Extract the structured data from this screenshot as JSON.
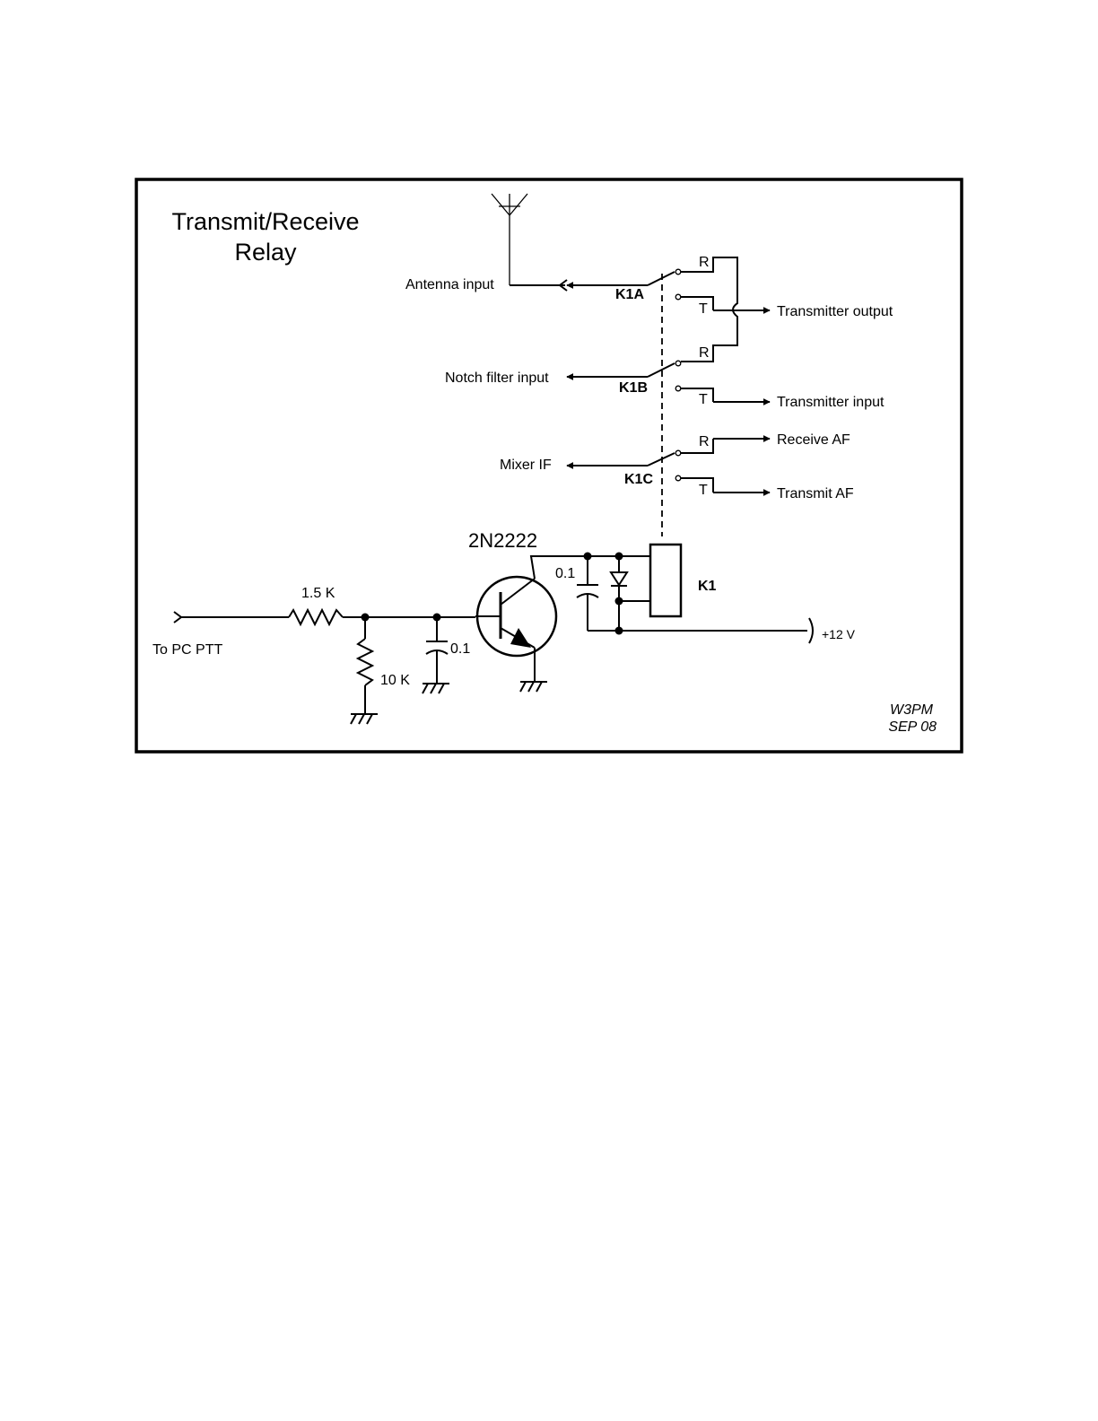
{
  "title": {
    "line1": "Transmit/Receive",
    "line2": "Relay"
  },
  "labels": {
    "antenna_input": "Antenna input",
    "notch_filter_input": "Notch filter input",
    "mixer_if": "Mixer IF",
    "transmitter_output": "Transmitter output",
    "transmitter_input": "Transmitter input",
    "receive_af": "Receive AF",
    "transmit_af": "Transmit AF",
    "to_pc_ptt": "To PC PTT",
    "supply": "+12 V"
  },
  "relay": {
    "coil": "K1",
    "poles": [
      "K1A",
      "K1B",
      "K1C"
    ],
    "receive_contact": "R",
    "transmit_contact": "T"
  },
  "components": {
    "transistor": "2N2222",
    "r_series": "1.5 K",
    "r_shunt": "10 K",
    "c_base": "0.1",
    "c_coil": "0.1"
  },
  "signature": {
    "call": "W3PM",
    "date": "SEP 08"
  }
}
